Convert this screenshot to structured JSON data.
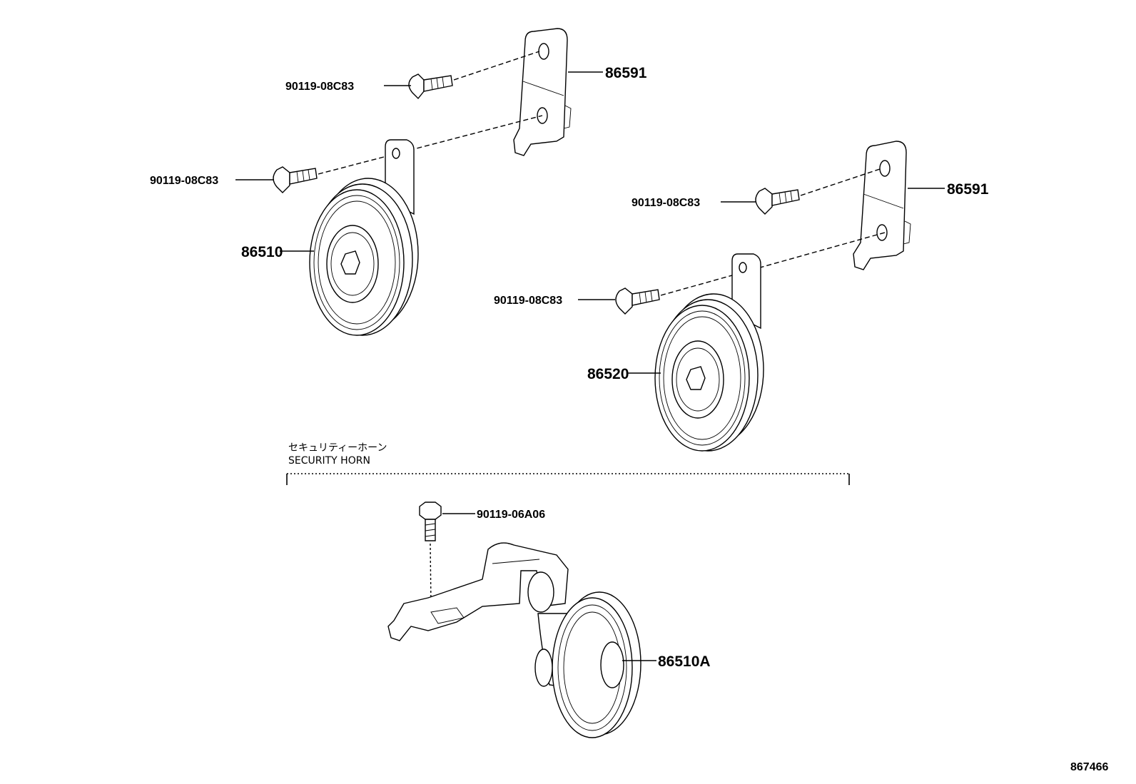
{
  "labels": {
    "bracket_left": "86591",
    "bracket_right": "86591",
    "bolt_1": "90119-08C83",
    "bolt_2": "90119-08C83",
    "bolt_3": "90119-08C83",
    "bolt_4": "90119-08C83",
    "horn_left": "86510",
    "horn_right": "86520",
    "security_bolt": "90119-06A06",
    "security_horn_part": "86510A"
  },
  "section": {
    "title_jp": "セキュリティーホーン",
    "title_en": "SECURITY HORN"
  },
  "figure_number": "867466"
}
